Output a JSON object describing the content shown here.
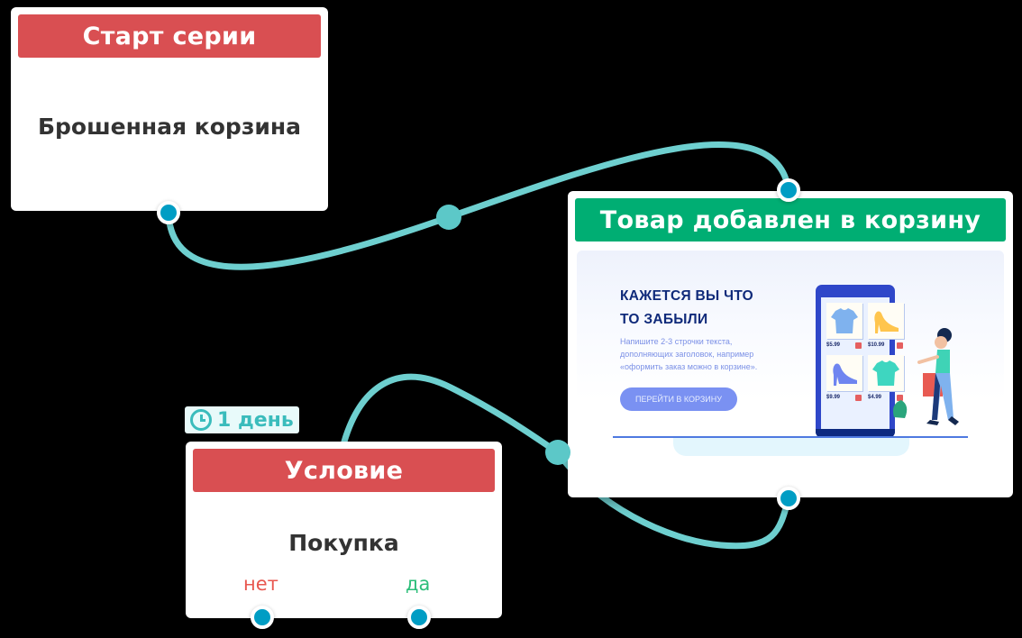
{
  "colors": {
    "background": "#000000",
    "wire": "#6ecfcf",
    "port": "#009dc4",
    "header_red": "#d94f52",
    "header_green": "#00ae73",
    "branch_no": "#e8574f",
    "branch_yes": "#2dbe7a",
    "delay_text": "#3abcbc"
  },
  "nodes": {
    "start": {
      "header": "Старт серии",
      "body": "Брошенная корзина"
    },
    "added_to_cart": {
      "header": "Товар добавлен в корзину",
      "preview": {
        "title_line1": "КАЖЕТСЯ ВЫ ЧТО",
        "title_line2": "ТО ЗАБЫЛИ",
        "text_line1": "Напишите 2-3 строчки текста,",
        "text_line2": "дополняющих заголовок, например",
        "text_line3": "«оформить заказ можно в корзине».",
        "button": "ПЕРЕЙТИ В КОРЗИНУ",
        "products": [
          {
            "icon": "tshirt-icon",
            "price": "$5.99",
            "color": "#7fb2ee"
          },
          {
            "icon": "heel-shoe-icon",
            "price": "$10.99",
            "color": "#ffc54d"
          },
          {
            "icon": "heel-shoe-icon",
            "price": "$9.99",
            "color": "#6f85f0"
          },
          {
            "icon": "tshirt-icon",
            "price": "$4.99",
            "color": "#3ed6c0"
          }
        ]
      }
    },
    "condition": {
      "delay": "1 день",
      "delay_icon": "clock-icon",
      "header": "Условие",
      "body": "Покупка",
      "branch_no": "нет",
      "branch_yes": "да"
    }
  }
}
